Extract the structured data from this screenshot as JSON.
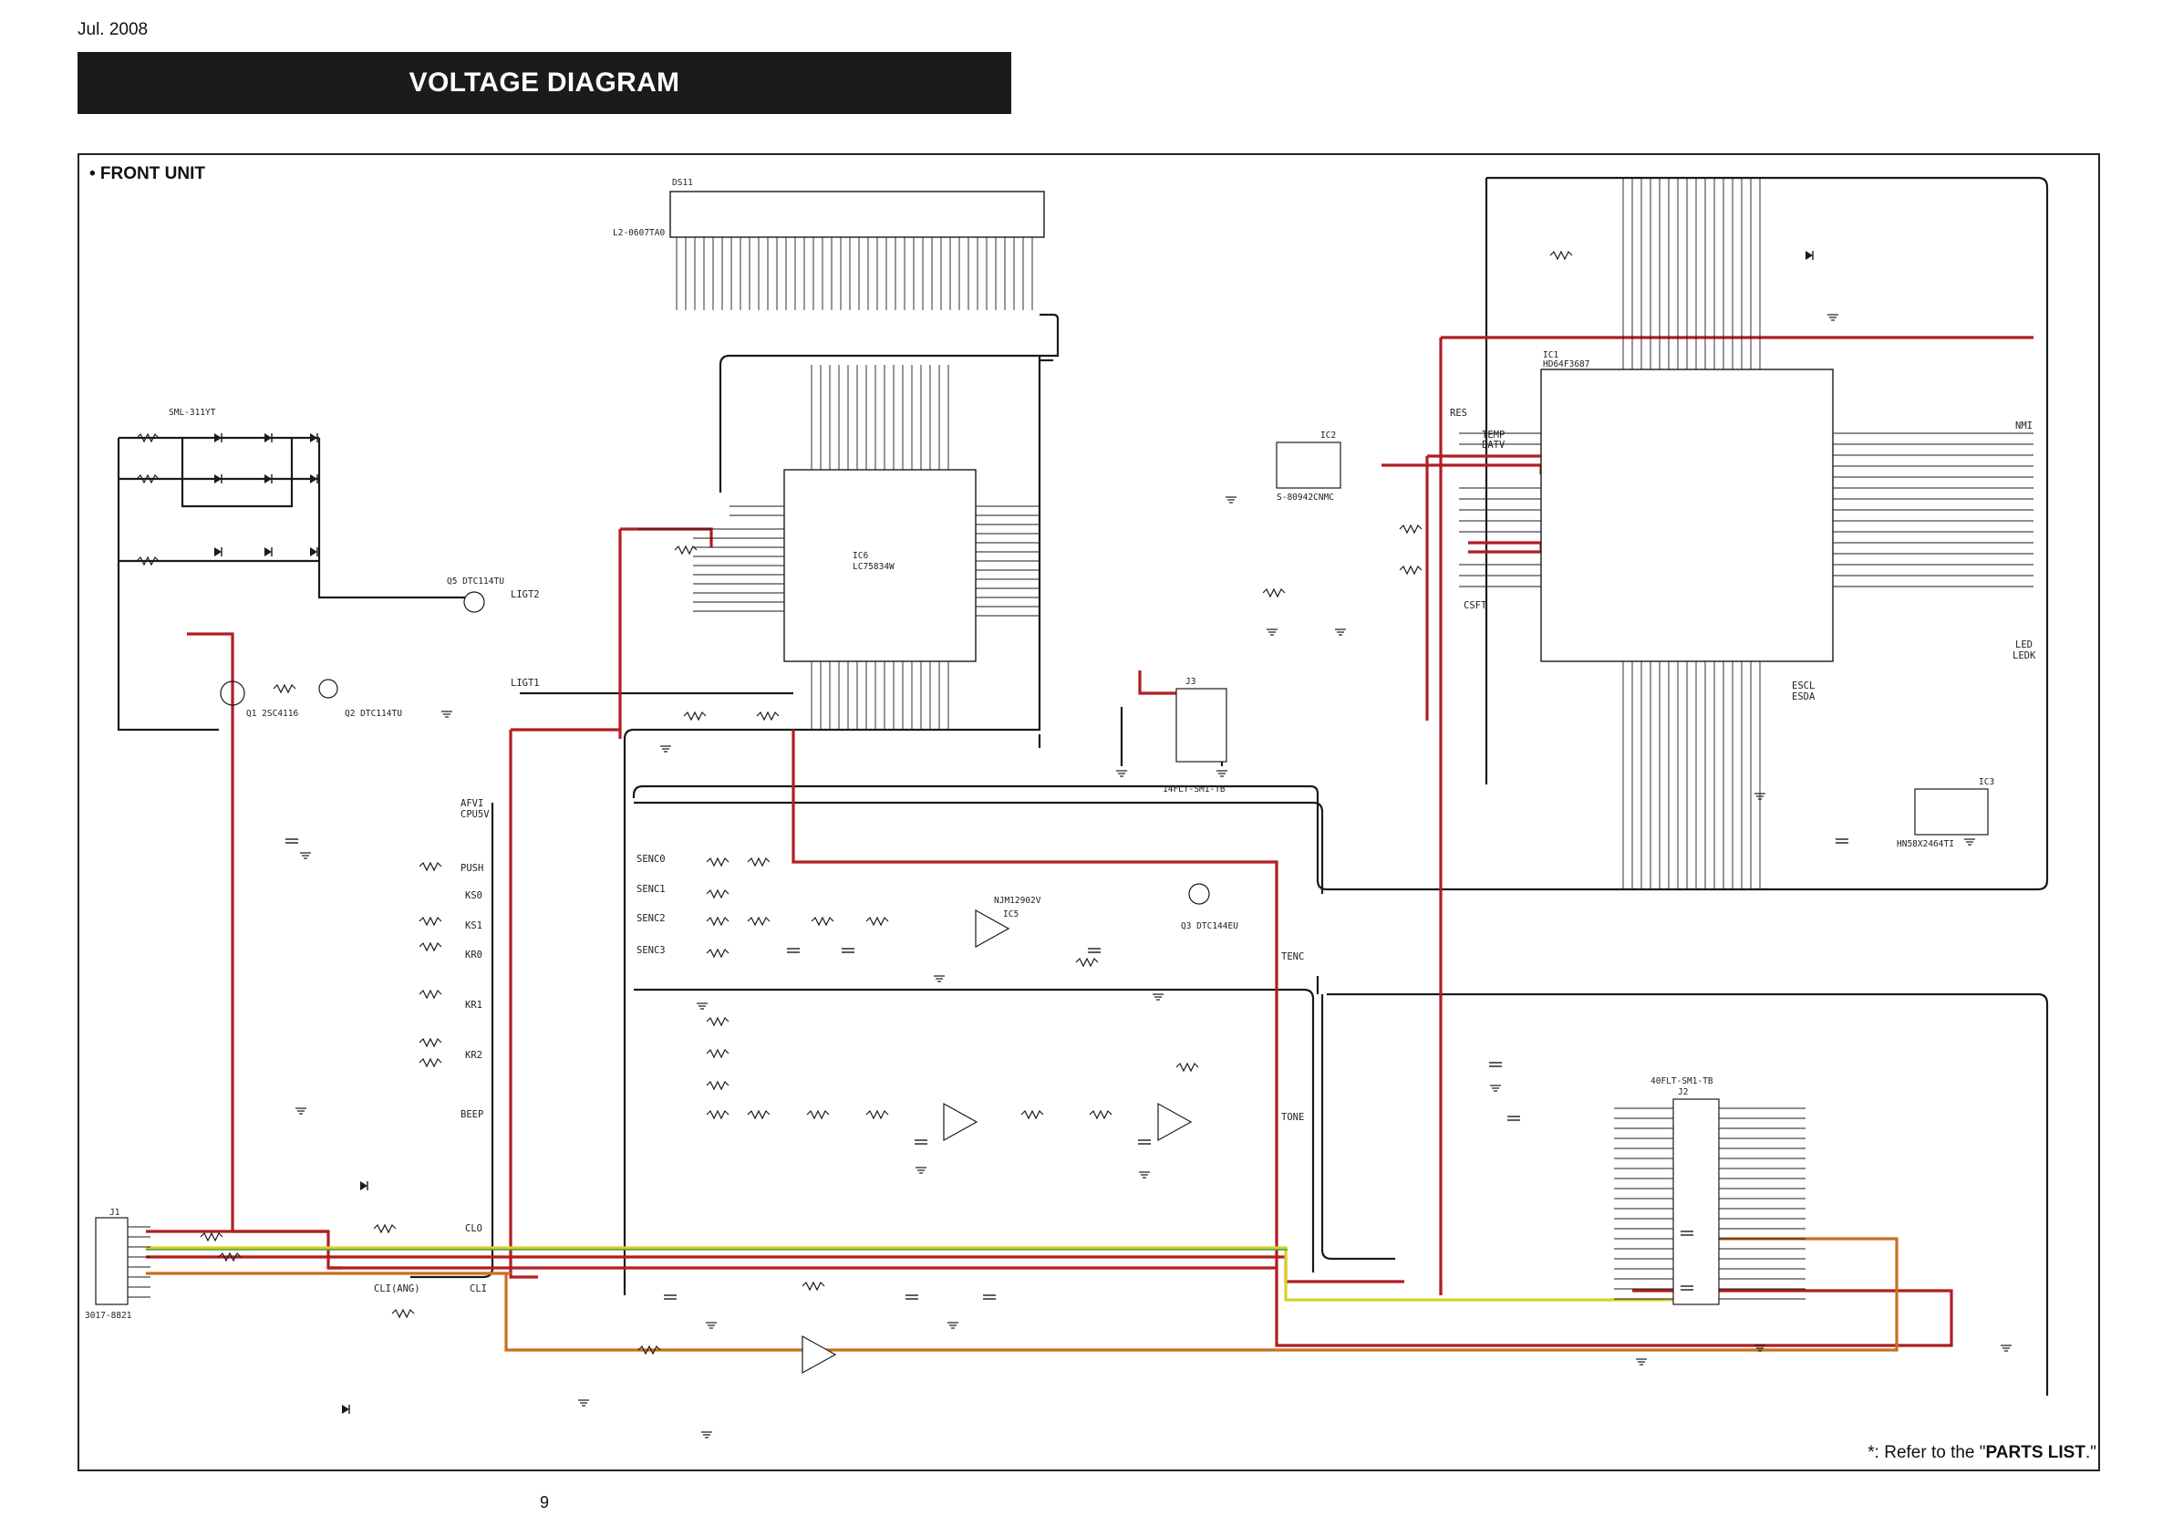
{
  "header": {
    "date": "Jul. 2008",
    "title": "VOLTAGE DIAGRAM"
  },
  "section": {
    "title": "• FRONT UNIT"
  },
  "footer": {
    "note_prefix": "*: Refer to the \"",
    "note_bold": "PARTS LIST",
    "note_suffix": ".\"",
    "page": "9"
  },
  "colors": {
    "red": "#b01e23",
    "orange": "#c8701e",
    "yellow": "#d9cf2a",
    "green": "#4d9a3a",
    "wire": "#1a1a1a"
  },
  "schematic": {
    "display": {
      "ref": "DS11",
      "part": "L2-0607TA0"
    },
    "ic6": {
      "ref": "IC6",
      "part": "LC75834W"
    },
    "ic1": {
      "ref": "IC1",
      "part": "HD64F3687"
    },
    "ic2": {
      "ref": "IC2",
      "part": "S-80942CNMC"
    },
    "ic3": {
      "ref": "IC3",
      "part": "HN58X2464TI"
    },
    "ic5": {
      "ref": "IC5",
      "part": "NJM12902V"
    },
    "j1": {
      "ref": "J1",
      "part": "3017-8821"
    },
    "j2": {
      "ref": "J2",
      "part": "40FLT-SM1-TB"
    },
    "j3": {
      "ref": "J3",
      "part": "14FLT-SM1-TB"
    },
    "leds": [
      "SML-311YT"
    ],
    "labels": [
      "LIGT2",
      "LIGT1",
      "CPU5V",
      "AFVI",
      "BEEP",
      "TONE",
      "TENC",
      "PUSH",
      "KS0",
      "KS1",
      "KR0",
      "KR1",
      "KR2",
      "CLO",
      "CLI",
      "CLI(ANG)",
      "RES",
      "TEMP",
      "BATV",
      "CSFT",
      "ESCL",
      "ESDA",
      "SENC0",
      "SENC1",
      "SENC2",
      "SENC3",
      "NMI",
      "LED",
      "LEDK"
    ],
    "transistors": [
      "Q1 2SC4116",
      "Q2 DTC114TU",
      "Q3 DTC144EU",
      "Q5 DTC114TU"
    ]
  }
}
